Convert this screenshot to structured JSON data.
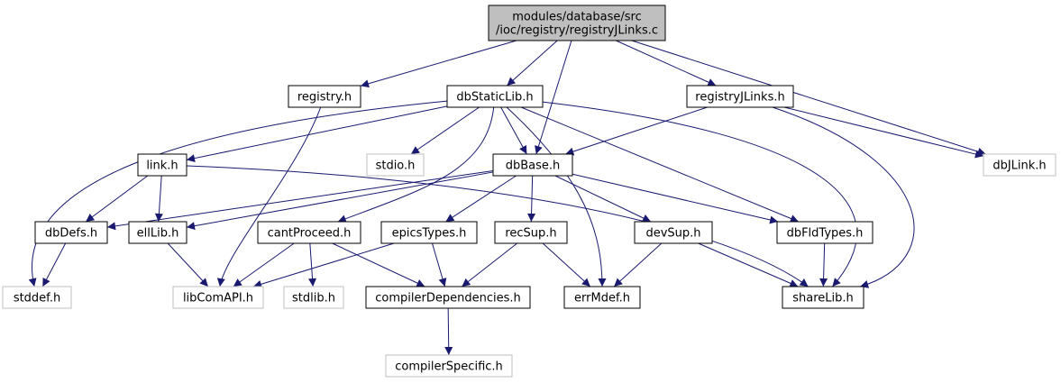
{
  "diagram": {
    "nodes": [
      {
        "id": "root",
        "lines": [
          "modules/database/src",
          "/ioc/registry/registryJLinks.c"
        ],
        "kind": "root"
      },
      {
        "id": "registry_h",
        "lines": [
          "registry.h"
        ],
        "kind": "normal"
      },
      {
        "id": "dbStaticLib_h",
        "lines": [
          "dbStaticLib.h"
        ],
        "kind": "normal"
      },
      {
        "id": "registryJLinks_h",
        "lines": [
          "registryJLinks.h"
        ],
        "kind": "normal"
      },
      {
        "id": "dbJLink_h",
        "lines": [
          "dbJLink.h"
        ],
        "kind": "external"
      },
      {
        "id": "link_h",
        "lines": [
          "link.h"
        ],
        "kind": "normal"
      },
      {
        "id": "stdio_h",
        "lines": [
          "stdio.h"
        ],
        "kind": "external"
      },
      {
        "id": "dbBase_h",
        "lines": [
          "dbBase.h"
        ],
        "kind": "normal"
      },
      {
        "id": "dbDefs_h",
        "lines": [
          "dbDefs.h"
        ],
        "kind": "normal"
      },
      {
        "id": "ellLib_h",
        "lines": [
          "ellLib.h"
        ],
        "kind": "normal"
      },
      {
        "id": "cantProceed_h",
        "lines": [
          "cantProceed.h"
        ],
        "kind": "normal"
      },
      {
        "id": "epicsTypes_h",
        "lines": [
          "epicsTypes.h"
        ],
        "kind": "normal"
      },
      {
        "id": "recSup_h",
        "lines": [
          "recSup.h"
        ],
        "kind": "normal"
      },
      {
        "id": "devSup_h",
        "lines": [
          "devSup.h"
        ],
        "kind": "normal"
      },
      {
        "id": "dbFldTypes_h",
        "lines": [
          "dbFldTypes.h"
        ],
        "kind": "normal"
      },
      {
        "id": "stddef_h",
        "lines": [
          "stddef.h"
        ],
        "kind": "external"
      },
      {
        "id": "libComAPI_h",
        "lines": [
          "libComAPI.h"
        ],
        "kind": "external"
      },
      {
        "id": "stdlib_h",
        "lines": [
          "stdlib.h"
        ],
        "kind": "external"
      },
      {
        "id": "compilerDependencies_h",
        "lines": [
          "compilerDependencies.h"
        ],
        "kind": "normal"
      },
      {
        "id": "errMdef_h",
        "lines": [
          "errMdef.h"
        ],
        "kind": "normal"
      },
      {
        "id": "shareLib_h",
        "lines": [
          "shareLib.h"
        ],
        "kind": "normal"
      },
      {
        "id": "compilerSpecific_h",
        "lines": [
          "compilerSpecific.h"
        ],
        "kind": "external"
      }
    ],
    "edges": [
      {
        "from": "root",
        "to": "registry_h"
      },
      {
        "from": "root",
        "to": "dbStaticLib_h"
      },
      {
        "from": "root",
        "to": "dbBase_h"
      },
      {
        "from": "root",
        "to": "registryJLinks_h"
      },
      {
        "from": "root",
        "to": "dbJLink_h"
      },
      {
        "from": "registry_h",
        "to": "libComAPI_h"
      },
      {
        "from": "dbStaticLib_h",
        "to": "link_h"
      },
      {
        "from": "dbStaticLib_h",
        "to": "stddef_h"
      },
      {
        "from": "dbStaticLib_h",
        "to": "stdio_h"
      },
      {
        "from": "dbStaticLib_h",
        "to": "dbBase_h"
      },
      {
        "from": "dbStaticLib_h",
        "to": "cantProceed_h"
      },
      {
        "from": "dbStaticLib_h",
        "to": "errMdef_h"
      },
      {
        "from": "dbStaticLib_h",
        "to": "dbFldTypes_h"
      },
      {
        "from": "dbStaticLib_h",
        "to": "shareLib_h"
      },
      {
        "from": "registryJLinks_h",
        "to": "dbBase_h"
      },
      {
        "from": "registryJLinks_h",
        "to": "dbJLink_h"
      },
      {
        "from": "registryJLinks_h",
        "to": "shareLib_h"
      },
      {
        "from": "link_h",
        "to": "dbDefs_h"
      },
      {
        "from": "link_h",
        "to": "ellLib_h"
      },
      {
        "from": "link_h",
        "to": "shareLib_h"
      },
      {
        "from": "dbBase_h",
        "to": "dbDefs_h"
      },
      {
        "from": "dbBase_h",
        "to": "ellLib_h"
      },
      {
        "from": "dbBase_h",
        "to": "epicsTypes_h"
      },
      {
        "from": "dbBase_h",
        "to": "recSup_h"
      },
      {
        "from": "dbBase_h",
        "to": "devSup_h"
      },
      {
        "from": "dbBase_h",
        "to": "dbFldTypes_h"
      },
      {
        "from": "dbDefs_h",
        "to": "stddef_h"
      },
      {
        "from": "ellLib_h",
        "to": "libComAPI_h"
      },
      {
        "from": "cantProceed_h",
        "to": "libComAPI_h"
      },
      {
        "from": "cantProceed_h",
        "to": "stdlib_h"
      },
      {
        "from": "cantProceed_h",
        "to": "compilerDependencies_h"
      },
      {
        "from": "epicsTypes_h",
        "to": "libComAPI_h"
      },
      {
        "from": "epicsTypes_h",
        "to": "compilerDependencies_h"
      },
      {
        "from": "recSup_h",
        "to": "compilerDependencies_h"
      },
      {
        "from": "recSup_h",
        "to": "errMdef_h"
      },
      {
        "from": "devSup_h",
        "to": "errMdef_h"
      },
      {
        "from": "devSup_h",
        "to": "shareLib_h"
      },
      {
        "from": "dbFldTypes_h",
        "to": "shareLib_h"
      },
      {
        "from": "compilerDependencies_h",
        "to": "compilerSpecific_h"
      }
    ]
  },
  "colors": {
    "edge": "#191970",
    "root_fill": "#bfbfbf",
    "node_border": "#000000",
    "external_border": "#bfbfbf"
  }
}
